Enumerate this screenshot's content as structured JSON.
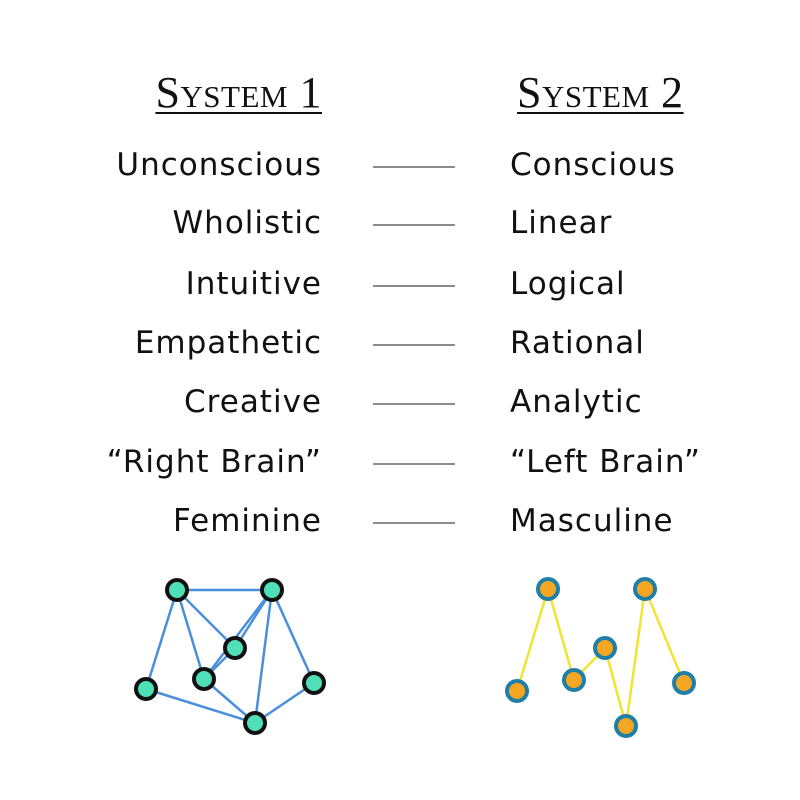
{
  "headings": {
    "left": "System 1",
    "right": "System 2"
  },
  "pairs": [
    {
      "left": "Unconscious",
      "right": "Conscious"
    },
    {
      "left": "Wholistic",
      "right": "Linear"
    },
    {
      "left": "Intuitive",
      "right": "Logical"
    },
    {
      "left": "Empathetic",
      "right": "Rational"
    },
    {
      "left": "Creative",
      "right": "Analytic"
    },
    {
      "left": "“Right Brain”",
      "right": "“Left Brain”"
    },
    {
      "left": "Feminine",
      "right": "Masculine"
    }
  ],
  "colors": {
    "text": "#111111",
    "connector": "#8c8c8c",
    "network_edge": "#4a8fdc",
    "network_node_fill": "#4fe0b8",
    "network_node_stroke": "#111111",
    "chain_edge": "#f2e433",
    "chain_node_fill": "#f5a623",
    "chain_node_stroke": "#1f7fa6"
  }
}
